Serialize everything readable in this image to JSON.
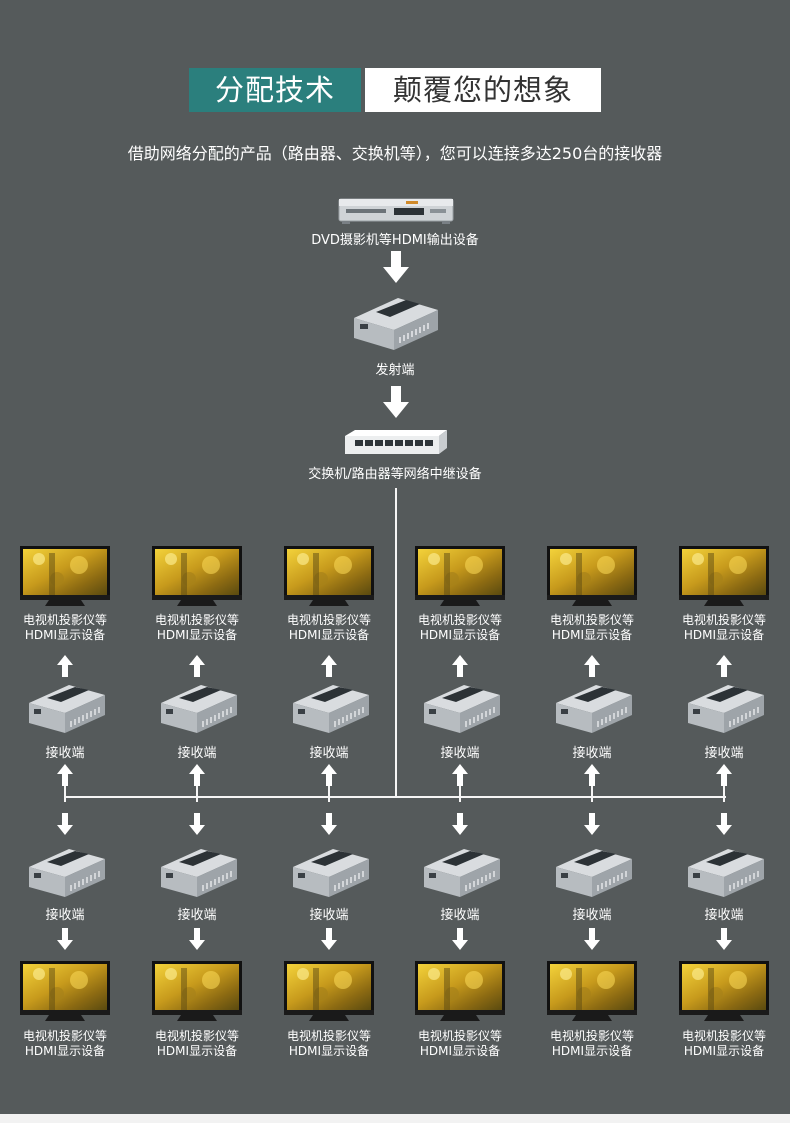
{
  "header": {
    "title_left": "分配技术",
    "title_right": "颠覆您的想象",
    "subtitle": "借助网络分配的产品（路由器、交换机等），您可以连接多达250台的接收器"
  },
  "source": {
    "label": "DVD摄影机等HDMI输出设备"
  },
  "transmitter": {
    "label": "发射端"
  },
  "switch": {
    "label": "交换机/路由器等网络中继设备"
  },
  "receiver_label": "接收端",
  "display_label": {
    "line1": "电视机投影仪等",
    "line2": "HDMI显示设备"
  },
  "colors": {
    "background": "#555a5b",
    "title_accent": "#2b7f7d",
    "line": "#f5f5f5"
  }
}
